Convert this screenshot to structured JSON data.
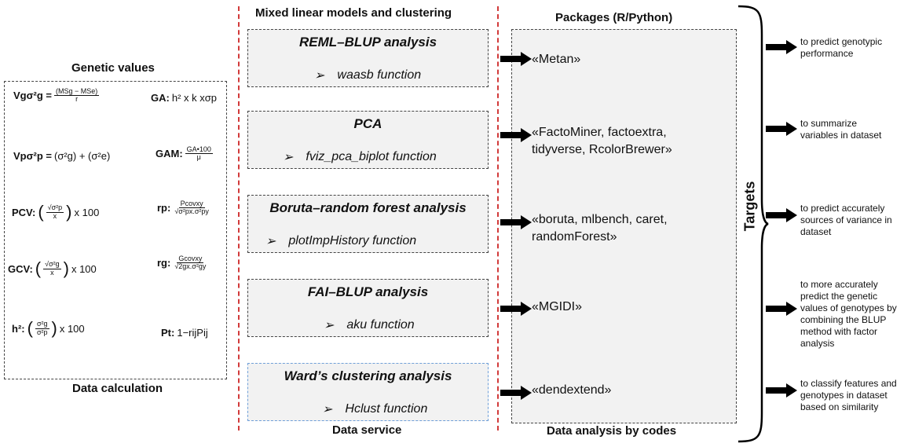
{
  "columns": {
    "genetic_values_header": "Genetic values",
    "data_calculation_label": "Data calculation",
    "mixed_models_header": "Mixed linear models and clustering",
    "data_service_label": "Data service",
    "packages_header": "Packages (R/Python)",
    "data_analysis_label": "Data analysis by codes",
    "targets_label": "Targets"
  },
  "formulas": {
    "vg_lhs": "Vgσ²g =",
    "vg_num": "(MSg − MSe)",
    "vg_den": "r",
    "ga_label": "GA:",
    "ga_expr": "h² x k xσp",
    "vp_lhs": "Vpσ²p =",
    "vp_rhs": "(σ²g) + (σ²e)",
    "gam_label": "GAM:",
    "gam_num": "GA•100",
    "gam_den": "μ",
    "pcv_label": "PCV:",
    "pcv_num": "√σ²p",
    "pcv_den": "x",
    "x100": "x 100",
    "rp_label": "rp:",
    "rp_num": "Pcovxy",
    "rp_den": "√σ²px.σ²py",
    "gcv_label": "GCV:",
    "gcv_num": "√σ²g",
    "gcv_den": "x",
    "rg_label": "rg:",
    "rg_num": "Gcovxy",
    "rg_den": "√2gx.σ²gy",
    "h2_label": "h²:",
    "h2_num": "σ²g",
    "h2_den": "σ²p",
    "pt_label": "Pt:",
    "pt_expr": "1−rijPij"
  },
  "services": [
    {
      "title": "REML–BLUP analysis",
      "function": "waasb function"
    },
    {
      "title": "PCA",
      "function": "fviz_pca_biplot function"
    },
    {
      "title": "Boruta–random forest analysis",
      "function": "plotImpHistory function"
    },
    {
      "title": "FAI–BLUP analysis",
      "function": "aku function"
    },
    {
      "title": "Ward’s clustering analysis",
      "function": "Hclust function"
    }
  ],
  "bullet": "➢",
  "packages": [
    {
      "line1": "«Metan»",
      "line2": ""
    },
    {
      "line1": "«FactoMiner, factoextra,",
      "line2": "tidyverse, RcolorBrewer»"
    },
    {
      "line1": "«boruta, mlbench, caret,",
      "line2": "randomForest»"
    },
    {
      "line1": "«MGIDI»",
      "line2": ""
    },
    {
      "line1": "«dendextend»",
      "line2": ""
    }
  ],
  "targets": [
    "to predict genotypic performance",
    "to summarize variables in dataset",
    "to predict accurately sources of variance in dataset",
    "to more accurately predict the genetic values of genotypes by combining the BLUP method with factor analysis",
    "to classify features and genotypes in dataset based on similarity"
  ],
  "colors": {
    "separator": "#d23a3a",
    "box_fill": "#f2f2f2",
    "ward_border": "#6f9fd8",
    "arrow": "#000000"
  }
}
